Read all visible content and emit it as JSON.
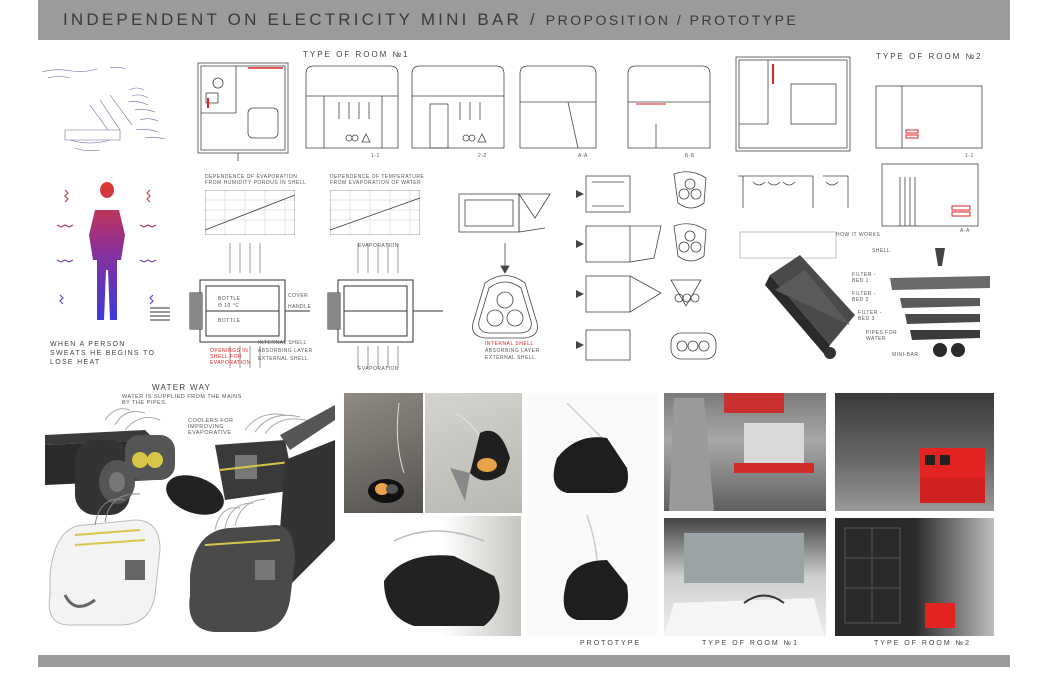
{
  "header": {
    "title_main": "INDEPENDENT ON ELECTRICITY MINI BAR / ",
    "title_sub": "PROPOSITION /  PROTOTYPE"
  },
  "room1": {
    "title": "TYPE OF ROOM №1",
    "sections": [
      "1-1",
      "2-2",
      "А-А",
      "Б-Б"
    ]
  },
  "room2": {
    "title": "TYPE OF ROOM №2",
    "sections": [
      "1-1",
      "А-А"
    ]
  },
  "person": {
    "caption": "WHEN A PERSON SWEATS HE BEGINS TO LOSE HEAT"
  },
  "graphs": {
    "g1_title": "DEPENDENCE OF EVAPORATION FROM HUMIDITY POROUS IN SHELL",
    "g2_title": "DEPENDENCE OF TEMPERATURE FROM EVAPORATION OF WATER"
  },
  "section_labels": {
    "bottle_1": "BOTTLE",
    "bottle_temp": "Θ 10 °C",
    "bottle_2": "BOTTLE",
    "cover": "COVER",
    "handle": "HANDLE",
    "evaporation": "EVAPORATION",
    "internal_shell": "INTERNAL SHELL",
    "absorbing_layer": "ABSORBING LAYER",
    "external_shell": "EXTERNAL SHELL",
    "openings": "OPENINGS IN SHELL FOR EVAPORATION"
  },
  "how": {
    "how_it_works": "HOW IT WORKS",
    "shell": "SHELL",
    "filter1": "FILTER - BED 1",
    "filter2": "FILTER - BED 2",
    "filter3": "FILTER - BED 3",
    "pipes": "PIPES FOR WATER",
    "minibar": "MINI-BAR"
  },
  "water": {
    "title": "WATER WAY",
    "subtitle": "WATER IS SUPPLIED FROM THE MAINS BY THE PIPES.",
    "coolers": "COOLERS FOR IMPROVING EVAPORATIVE"
  },
  "bottom_captions": {
    "prototype": "PROTOTYPE",
    "room1": "TYPE OF ROOM №1",
    "room2": "TYPE OF ROOM №2"
  },
  "colors": {
    "header_gray": "#9b9b9b",
    "accent_red": "#e32222",
    "dark": "#2a2a2a"
  }
}
